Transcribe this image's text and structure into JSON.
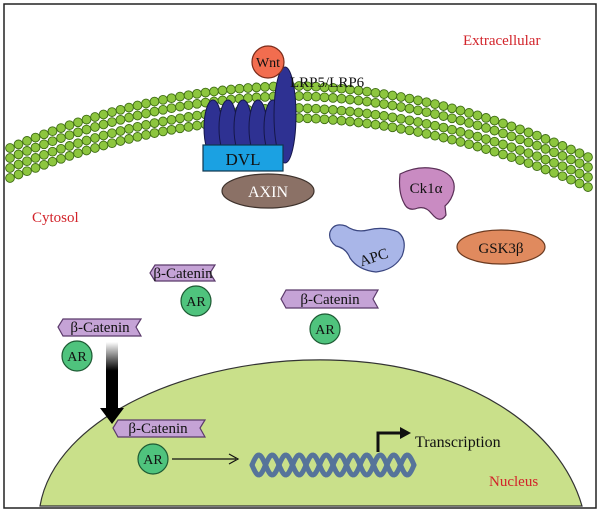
{
  "labels": {
    "extracellular": "Extracellular",
    "cytosol": "Cytosol",
    "nucleus": "Nucleus",
    "wnt": "Wnt",
    "lrp": "LRP5/LRP6",
    "dvl": "DVL",
    "axin": "AXIN",
    "ck1a": "Ck1α",
    "apc": "APC",
    "gsk3b": "GSK3β",
    "transcription": "Transcription"
  },
  "complexes": [
    {
      "name": "complex-1",
      "catenin": "β-Catenin",
      "ar": "AR"
    },
    {
      "name": "complex-2",
      "catenin": "β-Catenin",
      "ar": "AR"
    },
    {
      "name": "complex-3",
      "catenin": "β-Catenin",
      "ar": "AR"
    },
    {
      "name": "complex-4",
      "catenin": "β-Catenin",
      "ar": "AR"
    }
  ],
  "colors": {
    "label_red": "#d2232a",
    "membrane_green": "#8dc63f",
    "membrane_outline": "#3d6b12",
    "wnt_orange": "#f26d4f",
    "receptor_navy": "#2e3192",
    "dvl_blue": "#1ba1e2",
    "axin_brown": "#8b7166",
    "ck1_pink": "#c98bc2",
    "apc_blue": "#a9b6e8",
    "gsk3b_orange": "#e08a5e",
    "catenin_purple": "#c5a3d6",
    "ar_green": "#4fc37d",
    "nucleus_green": "#c9e08a",
    "dna_blue": "#56749a"
  }
}
